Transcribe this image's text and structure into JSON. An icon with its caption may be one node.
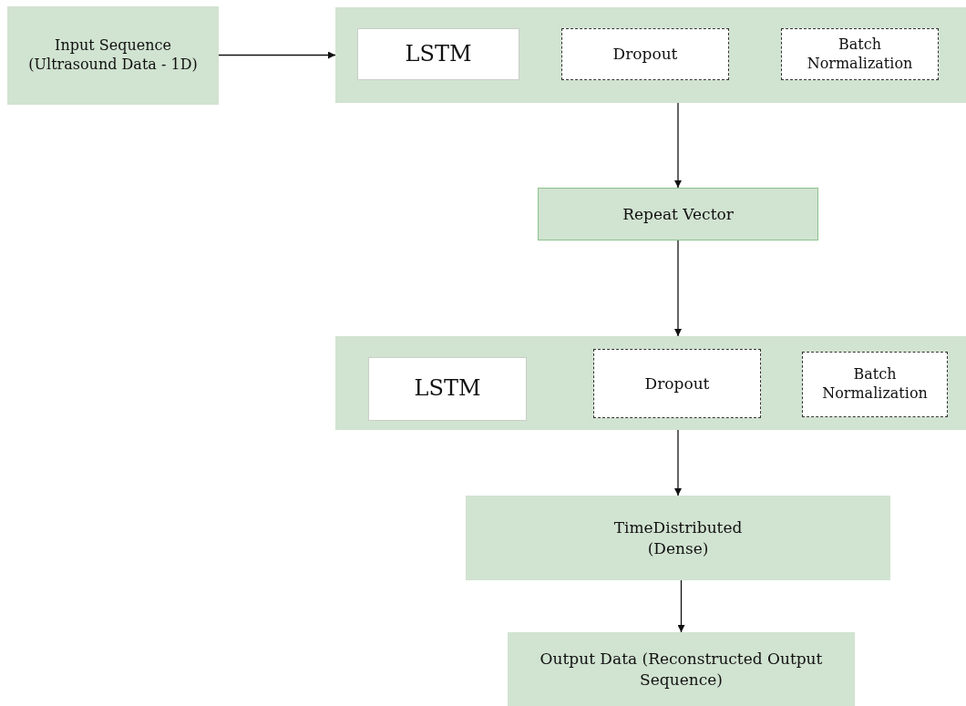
{
  "diagram": {
    "nodes": [
      {
        "text": [
          "Input Sequence (Ultrasound Data - 1D)"
        ]
      },
      {
        "text": [],
        "shape": "box"
      },
      {
        "text": [
          "LSTM"
        ],
        "in": 1
      },
      {
        "text": [
          "Dropout"
        ],
        "in": 1
      },
      {
        "text": [
          "Batch Normalization"
        ],
        "in": 1
      },
      {
        "text": [
          "Repeat Vector"
        ]
      },
      {
        "text": [],
        "shape": "box"
      },
      {
        "text": [
          "LSTM"
        ],
        "in": 6
      },
      {
        "text": [
          "Dropout"
        ],
        "in": 6
      },
      {
        "text": [
          "Batch Normalization"
        ],
        "in": 6
      },
      {
        "text": [
          "TimeDistributed (Dense)"
        ]
      },
      {
        "text": [
          "Output Data (Reconstructed Output Sequence)"
        ]
      }
    ],
    "edges": [
      {
        "from": 0,
        "to": 1,
        "arrow": "to"
      },
      {
        "from": 1,
        "to": 5,
        "arrow": "to"
      },
      {
        "from": 5,
        "to": 6,
        "arrow": "to"
      },
      {
        "from": 6,
        "to": 10,
        "arrow": "to"
      },
      {
        "from": 10,
        "to": 11,
        "arrow": "to"
      }
    ]
  }
}
